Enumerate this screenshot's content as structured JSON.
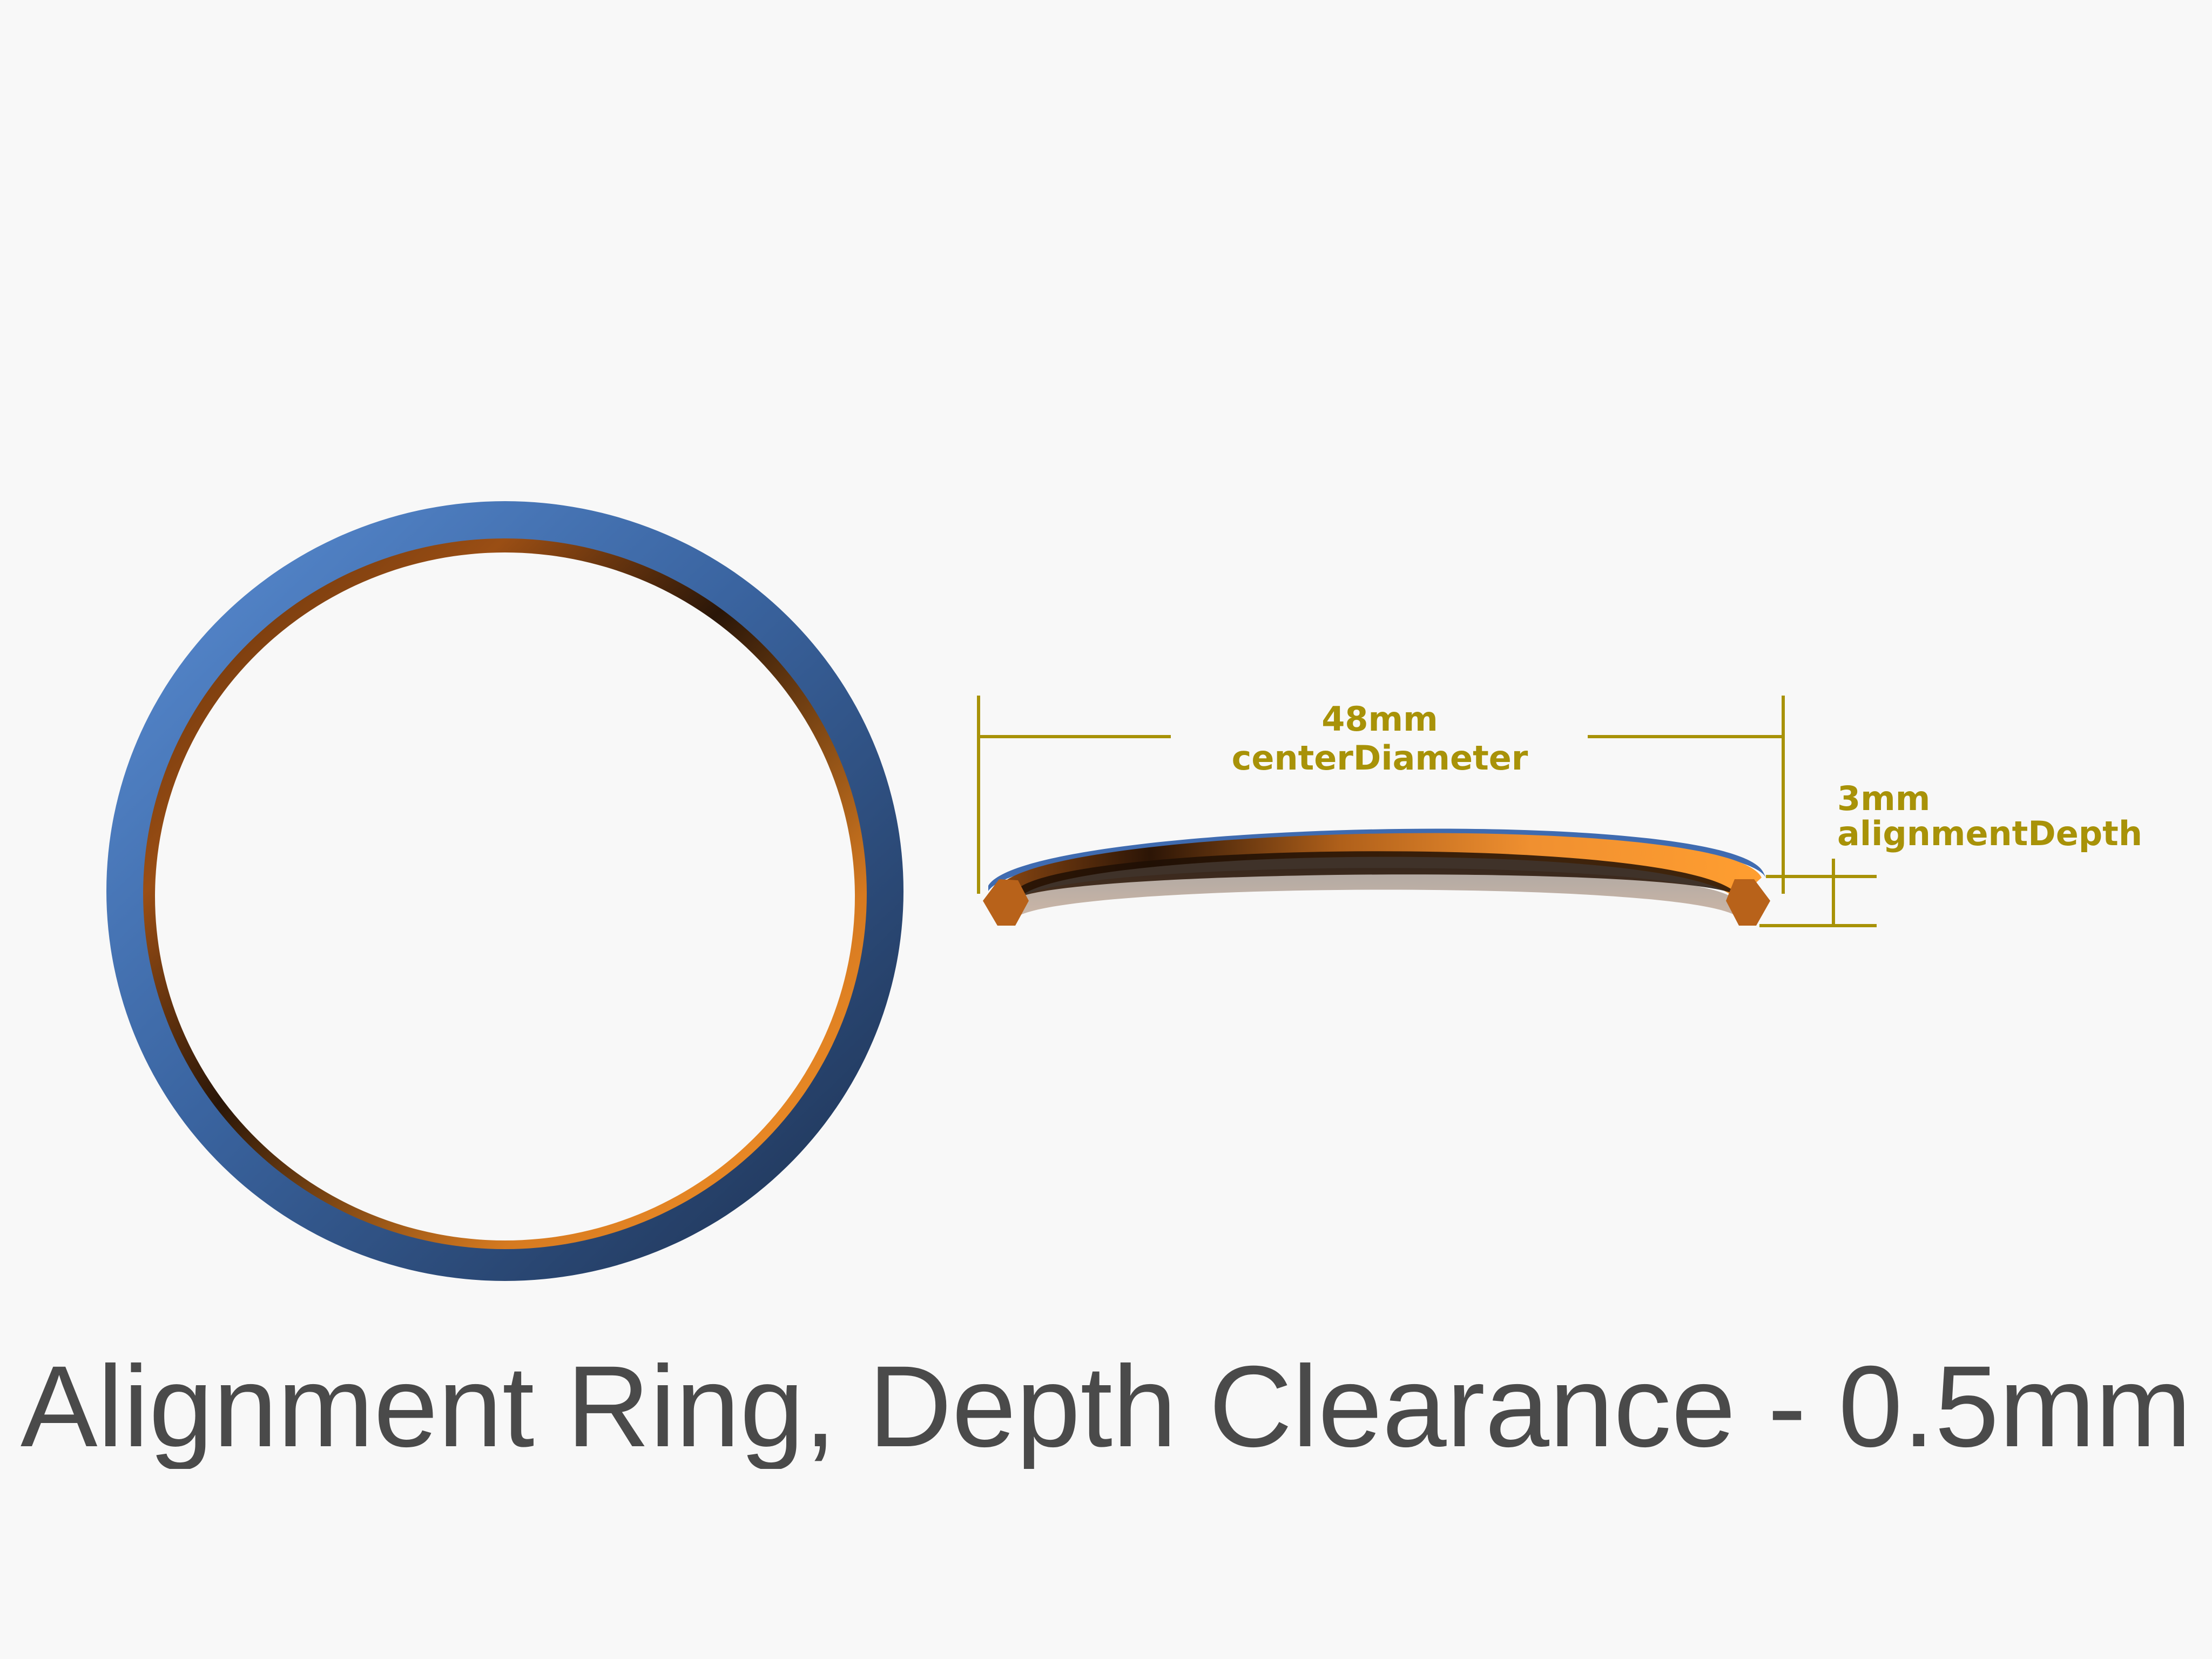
{
  "colors": {
    "background": "#f8f8f8",
    "ring_outer_blue": "#3a64a0",
    "ring_inner_orange": "#f0922a",
    "ring_dark": "#2a1608",
    "dimension": "#a89208",
    "caption": "#4a4a4a"
  },
  "dimensions": {
    "diameter_value": "48mm",
    "diameter_name": "centerDiameter",
    "depth_value": "3mm",
    "depth_name": "alignmentDepth"
  },
  "caption": "Alignment Ring, Depth Clearance - 0.5mm"
}
